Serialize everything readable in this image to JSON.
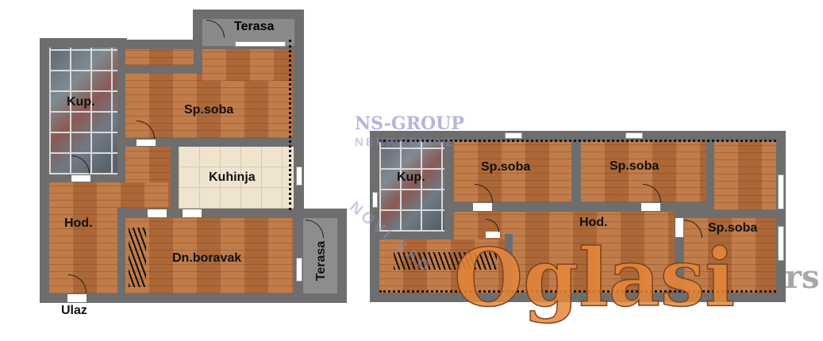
{
  "left_plan": {
    "rooms": {
      "terasa_top": "Terasa",
      "kupatilo": "Kup.",
      "spavaca_soba": "Sp.soba",
      "kuhinja": "Kuhinja",
      "hodnik": "Hod.",
      "dnevni_boravak": "Dn.boravak",
      "terasa_right": "Terasa"
    },
    "entrance": "Ulaz"
  },
  "right_plan": {
    "rooms": {
      "kupatilo": "Kup.",
      "spavaca_soba_1": "Sp.soba",
      "spavaca_soba_2": "Sp.soba",
      "hodnik": "Hod.",
      "spavaca_soba_3": "Sp.soba"
    }
  },
  "watermarks": {
    "agency_line1": "NS-GROUP",
    "agency_line2": "NEKRETNINE",
    "agency_city": "NOVI SAD",
    "site_logo": "Oglasi",
    "site_tld": ".rs"
  },
  "colors": {
    "wall": "#6e6e6e",
    "wood": "#b8703e",
    "logo_orange": "#e8873a"
  }
}
